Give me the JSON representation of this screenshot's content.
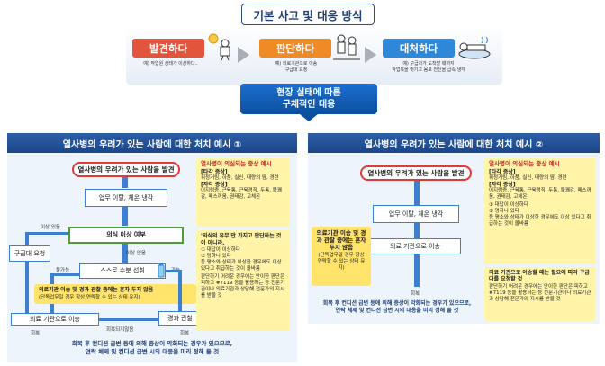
{
  "header": {
    "title": "기본 사고 및 대응 방식",
    "steps": [
      {
        "label": "발견하다",
        "note": "예) 작업원 상태가 이상하다..",
        "color": "#e3543d"
      },
      {
        "label": "판단하다",
        "note": "예) 의료기관으로 이송\n구급대 요청",
        "color": "#f08a24"
      },
      {
        "label": "대처하다",
        "note": "예) 구급차가 도착할 때까지\n작업복을 벗기고 몸로 전신을 급속 냉각",
        "color": "#2f87d8"
      }
    ],
    "callout": [
      "현장 실태에 따른",
      "구체적인 대응"
    ]
  },
  "left": {
    "title": "열사병의 우려가 있는 사람에 대한 처치 예시 ①",
    "n1": "열사병의 우려가 있는 사람을 발견",
    "n2": "업무 이탈, 체온 냉각",
    "n3": "의식 이상 여부",
    "n4": "스스로 수분 섭취",
    "n5": "의료기관 이송 및 경과 관찰 중에는 혼자 두지 않음",
    "n5sub": "(단독업무일 경우 항상 연락할 수 있는 상태 유지)",
    "n6": "경과 관찰",
    "n7": "의료 기관으로 이송",
    "n8": "구급대 요청",
    "lbl_yes": "이상 있음",
    "lbl_no": "이상 없음",
    "lbl_impossible": "불가능",
    "lbl_possible": "가능",
    "lbl_recover": "회복",
    "lbl_no_recover": "회복되지않음",
    "lbl_recover2": "회복",
    "symptoms": {
      "title": "열사병이 의심되는 증상 예시",
      "g1": "[타각 증상]",
      "g1t": "휘청거림, 하품, 실신, 대량의 땀, 경련",
      "g2": "[자각 증상]",
      "g2t": "어지럼증, 근육통, 근육경직, 두통, 불쾌감, 메스꺼움, 권태감, 고체온"
    },
    "note2": {
      "title": "'의식의 유무'만 가지고 판단하는 것이 아니라,",
      "items": [
        "① 대답이 이상하다",
        "② 멍하니 있다"
      ],
      "t1": "등 평소와 상태가 이상한 경우에도 이상 있다고 취급하는 것이 올바름",
      "t2": "판단하기 어려운 경우에는 안이한 판단은 피하고 #7119 등을 활용하는 등 전문기관이나 의료기관과 상담해 전문가의 지시를 받을 것"
    },
    "bottom": [
      "회복 후 컨디션 급변 등에 의해 증상이 악화되는 경우가 있으므로,",
      "연락 체제 및 컨디션 급변 시의 대응을 미리 정해 둘 것"
    ]
  },
  "right": {
    "title": "열사병의 우려가 있는 사람에 대한 처치 예시 ②",
    "n1": "열사병의 우려가 있는 사람을 발견",
    "n2": "업무 이탈, 체온 냉각",
    "n3": "의료 기관으로 이송",
    "lbl_recover": "회복",
    "ybox": "의료기관 이송 및 경과 관찰 중에는 혼자 두지 않음",
    "yboxsub": "(단독업무일 경우 항상 연락할 수 있는 상태 유지)",
    "symptoms": {
      "title": "열사병이 의심되는 증상 예시",
      "g1": "[타각 증상]",
      "g1t": "휘청거림, 하품, 실신, 대량의 땀, 경련",
      "g2": "[자각 증상]",
      "g2t": "어지럼증, 근육통, 근육경직, 두통, 불쾌감, 메스꺼움, 권태감, 고체온",
      "items": [
        "① 대답이 이상하다",
        "② 멍하니 있다"
      ],
      "t1": "등 평소와 상태가 이상한 경우에도 이상 있다고 취급하는 것이 올바름"
    },
    "note2": {
      "title": "의료 기관으로 이송할 때는 필요에 따라 구급대를 요청할 것",
      "t": "판단하기 어려운 경우에는 안이한 판단은 피하고 #7119 등을 활용하는 등 전문기관이나 의료기관과 상담해 전문가의 지시를 받을 것"
    },
    "bottom": [
      "회복 후 컨디션 급변 등에 의해 증상이 악화되는 경우가 있으므로,",
      "연락 체제 및 컨디션 급변 시의 대응을 미리 정해 둘 것"
    ]
  }
}
